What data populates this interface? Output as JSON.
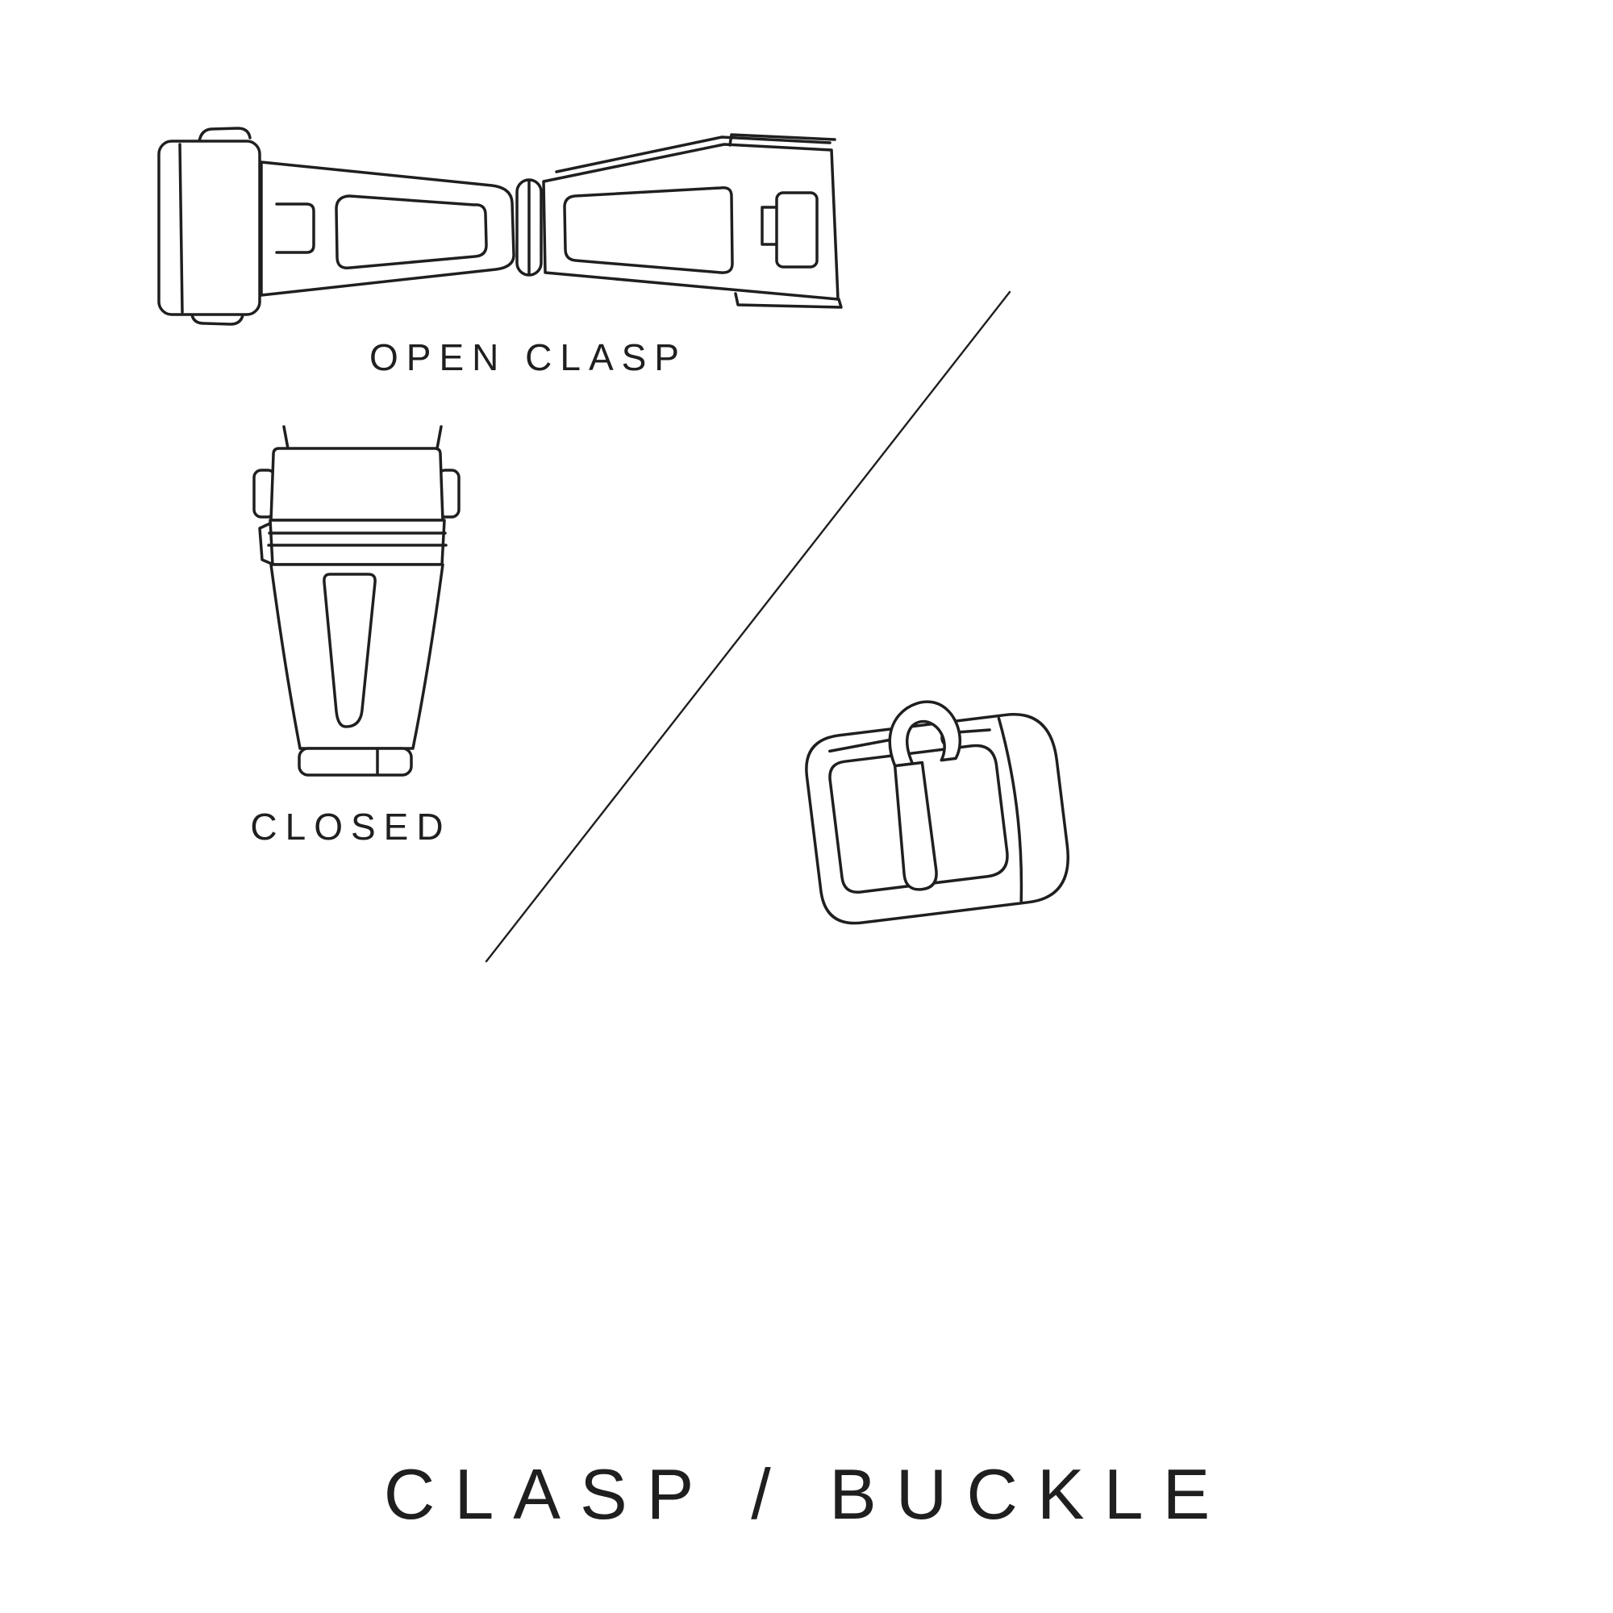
{
  "page": {
    "background_color": "#ffffff",
    "ink_color": "#1f1f1f"
  },
  "figures": {
    "open_clasp": {
      "label": "OPEN CLASP",
      "icon": "open-clasp-line-drawing"
    },
    "closed_clasp": {
      "label": "CLOSED",
      "icon": "closed-clasp-line-drawing"
    },
    "buckle": {
      "icon": "tang-buckle-line-drawing"
    },
    "divider": {
      "icon": "diagonal-divider-line"
    }
  },
  "title": "CLASP / BUCKLE"
}
